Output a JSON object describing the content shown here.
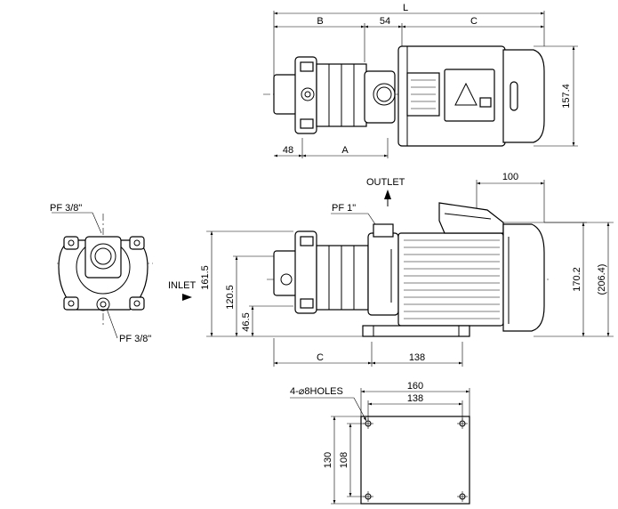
{
  "top_view": {
    "dim_L": "L",
    "dim_B": "B",
    "dim_54": "54",
    "dim_C": "C",
    "dim_48": "48",
    "dim_A": "A",
    "dim_157_4": "157.4"
  },
  "side_view": {
    "outlet": "OUTLET",
    "pf_1": "PF 1\"",
    "dim_100": "100",
    "dim_161_5": "161.5",
    "dim_120_5": "120.5",
    "dim_46_5": "46.5",
    "dim_170_2": "170.2",
    "dim_206_4": "(206.4)",
    "dim_C": "C",
    "dim_138": "138",
    "inlet": "INLET"
  },
  "front_view": {
    "pf_top": "PF 3/8\"",
    "pf_bottom": "PF 3/8\""
  },
  "base_view": {
    "holes": "4-⌀8HOLES",
    "dim_160": "160",
    "dim_138": "138",
    "dim_130": "130",
    "dim_108": "108"
  }
}
